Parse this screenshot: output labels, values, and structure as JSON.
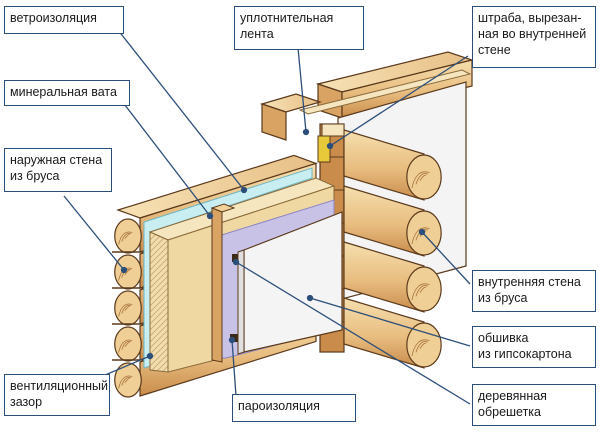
{
  "labels": {
    "wind_barrier": "ветроизоляция",
    "sealing_tape": "уплотнительная\nлента",
    "groove": "штраба, вырезан-\nная во внутренней\nстене",
    "mineral_wool": "минеральная вата",
    "outer_wall": "наружная стена\nиз бруса",
    "inner_wall": "внутренняя стена\nиз бруса",
    "drywall": "обшивка\nиз гипсокартона",
    "vent_gap": "вентиляционный\nзазор",
    "vapor_barrier": "пароизоляция",
    "battens": "деревянная\nобрешетка"
  },
  "colors": {
    "wood_light": "#f3d9a4",
    "wood_mid": "#e6b97a",
    "wood_dark": "#c98c4b",
    "wood_end": "#efcf95",
    "outline": "#5b3a1c",
    "wind_film": "#c9eef2",
    "insulation": "#f5e6c0",
    "vapor_film": "#c7c2e6",
    "drywall": "#f4f4f4",
    "leader": "#2c4f7a",
    "tape": "#e8c93a"
  }
}
